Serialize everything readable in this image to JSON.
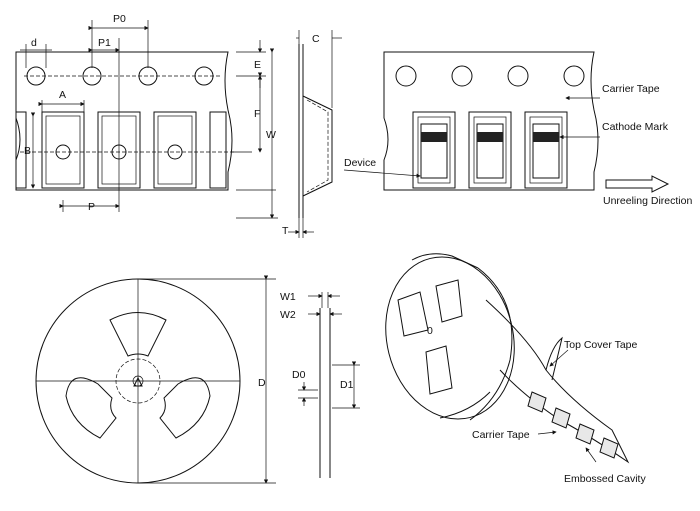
{
  "tape_dimensions": {
    "p0": "P0",
    "p1": "P1",
    "d": "d",
    "c": "C",
    "e": "E",
    "f": "F",
    "w": "W",
    "a": "A",
    "b": "B",
    "p": "P",
    "t": "T"
  },
  "tape_side": {
    "carrier_tape": "Carrier Tape",
    "cathode_mark": "Cathode Mark",
    "device": "Device",
    "unreeling_direction": "Unreeling Direction"
  },
  "reel_dimensions": {
    "w1": "W1",
    "w2": "W2",
    "d0": "D0",
    "d1": "D1",
    "d": "D"
  },
  "reel_3d": {
    "hub_label": "0",
    "top_cover_tape": "Top Cover Tape",
    "carrier_tape": "Carrier Tape",
    "embossed_cavity": "Embossed Cavity"
  },
  "colors": {
    "line": "#111111",
    "mark": "#222222"
  }
}
